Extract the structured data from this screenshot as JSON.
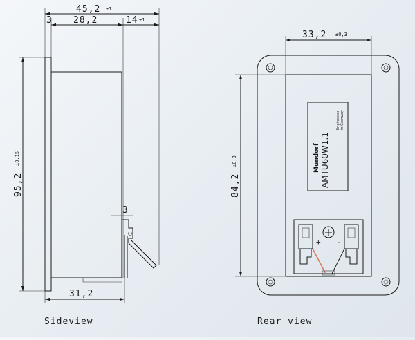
{
  "side_view": {
    "caption": "Sideview",
    "dim_total": {
      "value": "45,2",
      "tol": "±1"
    },
    "dim_flange": {
      "value": "3"
    },
    "dim_body": {
      "value": "28,2"
    },
    "dim_terminal": {
      "value": "14",
      "tol": "±1"
    },
    "dim_height": {
      "value": "95,2",
      "tol": "±0,15"
    },
    "dim_terminal_gap": {
      "value": "3"
    },
    "dim_bottom": {
      "value": "31,2"
    }
  },
  "rear_view": {
    "caption": "Rear view",
    "dim_width": {
      "value": "33,2",
      "tol": "±0,3"
    },
    "dim_height": {
      "value": "84,2",
      "tol": "±0,3"
    },
    "label": {
      "brand": "Mundorf",
      "model": "AMTU60W1.1",
      "note_line1": "Engineered",
      "note_line2": "in Germany"
    },
    "terminal_plus": "+",
    "terminal_minus": "-"
  }
}
